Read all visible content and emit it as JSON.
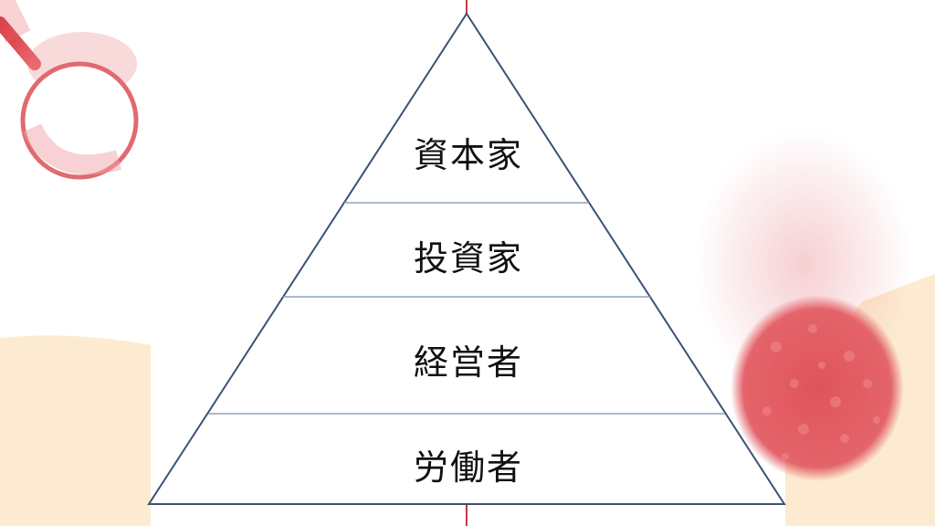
{
  "pyramid": {
    "levels": [
      {
        "label": "資本家"
      },
      {
        "label": "投資家"
      },
      {
        "label": "経営者"
      },
      {
        "label": "労働者"
      }
    ]
  },
  "colors": {
    "outline": "#3b5275",
    "accent_red": "#d9464c",
    "beige": "#fcebd0"
  },
  "decorations": {
    "top_left": "magnifying-glass-icon",
    "right": "red-flower-cluster"
  }
}
